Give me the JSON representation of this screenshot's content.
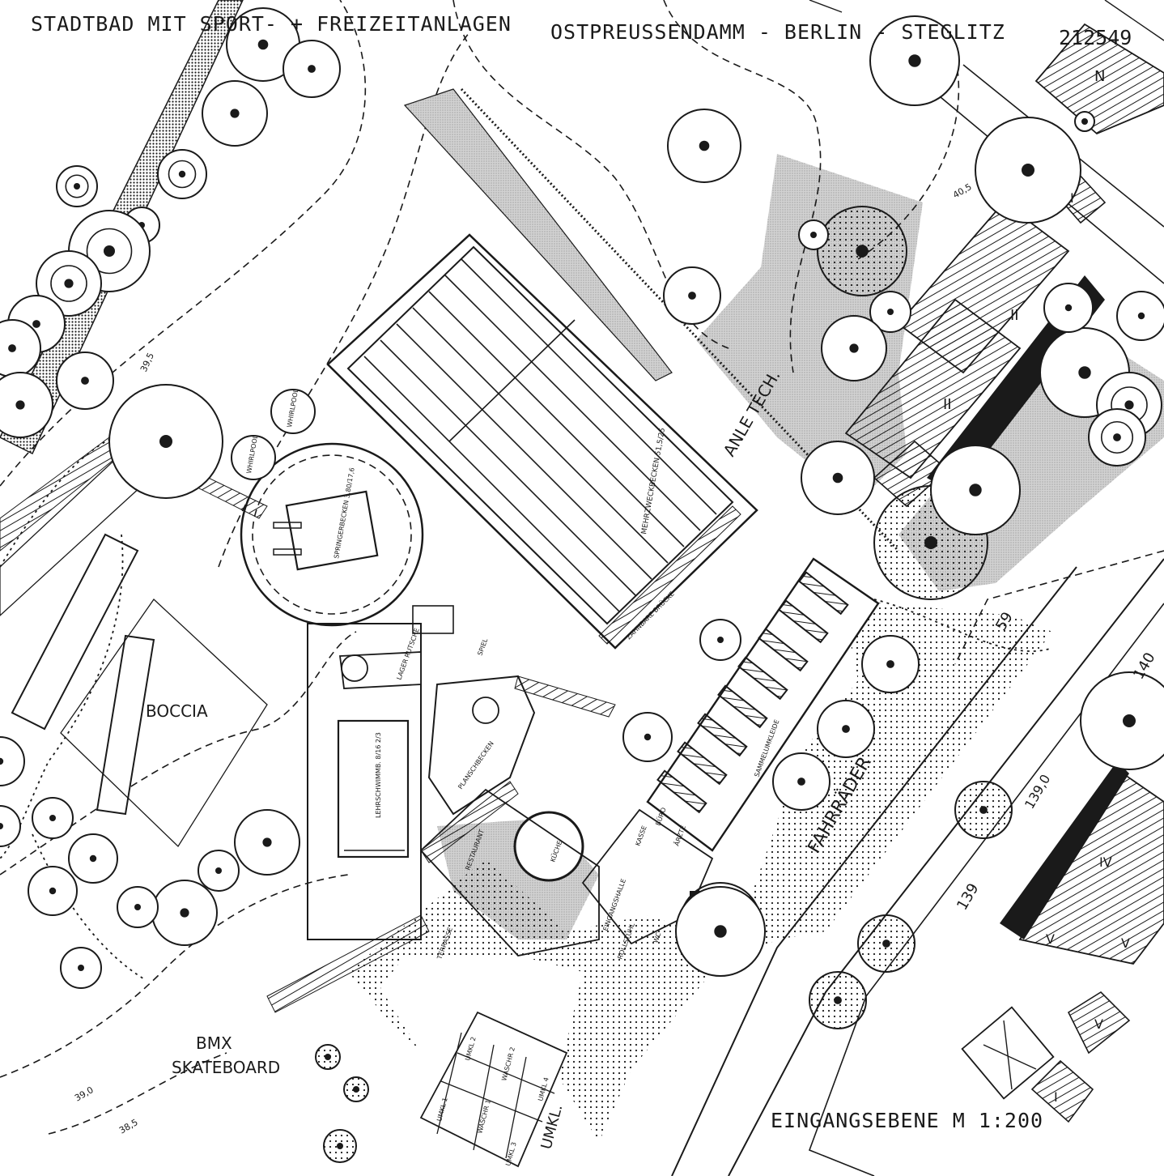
{
  "header": {
    "title": "STADTBAD MIT SPORT- + FREIZEITANLAGEN",
    "location": "OSTPREUSSENDAMM - BERLIN - STEGLITZ",
    "number": "212549"
  },
  "footer": {
    "caption": "EINGANGSEBENE M 1:200"
  },
  "labels": {
    "boccia": "BOCCIA",
    "bmx": "BMX",
    "skateboard": "SKATEBOARD",
    "fahrraeder": "FAHRRÄDER",
    "anlagen_tech": "ANLE TECH.",
    "umkl": "UMKL.",
    "whirlpool_1": "WHIRLPOOL",
    "whirlpool_2": "WHIRLPOOL",
    "springerbecken": "SPRINGERBECKEN 3,80/17,6",
    "mehrzweckbecken": "MEHRZWECKBECKEN 51,5/25",
    "zahnradbruecke": "ZAHNBARE BRÜCKE",
    "lehrschwimm": "LEHRSCHWIMMB. 8/16 2/3",
    "planschbecken": "PLANSCHBECKEN",
    "kueche": "KÜCHE",
    "restaurant": "RESTAURANT",
    "terrasse": "TERRASSE",
    "eingangshalle": "EINGANGSHALLE",
    "kasse": "KASSE",
    "buero": "BÜRO",
    "aerzte": "ÄRZTE",
    "sammelumkleide": "SAMMELUMKLEIDE",
    "rollstuhl": "ROLLSTÜHL",
    "wc": "WC",
    "lager": "LAGER RUTSCHE",
    "umkl_1": "UMKL 1",
    "umkl_2": "UMKL 2",
    "umkl_3": "UMKL 3",
    "umkl_4": "UMKL 4",
    "waschr_1": "WASCHR 1",
    "waschr_2": "WASCHR 2",
    "spiel": "SPIEL"
  },
  "levels": {
    "l1": "39,5",
    "l2": "39,0",
    "l3": "38,5",
    "l4": "40,5",
    "l5": "59",
    "l6": "140",
    "l7": "139",
    "l8": "139,0"
  },
  "building_floors": {
    "north_a": "N",
    "north_b": "I",
    "east_1": "II",
    "east_2": "II",
    "east_3": "IV",
    "east_4": "V",
    "east_5": "V",
    "south": "V",
    "south_b": "I"
  }
}
